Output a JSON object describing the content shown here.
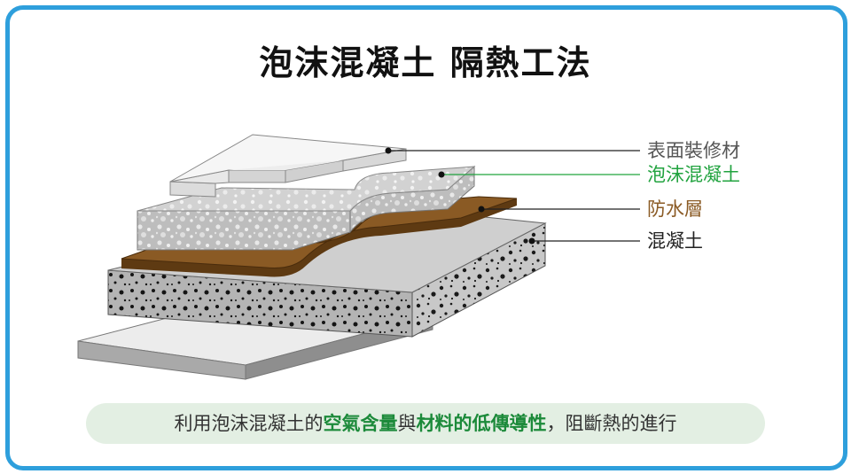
{
  "title": "泡沫混凝土 隔熱工法",
  "layers": [
    {
      "label": "表面裝修材",
      "color": "#555555"
    },
    {
      "label": "泡沫混凝土",
      "color": "#21a33f"
    },
    {
      "label": "防水層",
      "color": "#8a5a24"
    },
    {
      "label": "混凝土",
      "color": "#222222"
    }
  ],
  "caption": {
    "part1": "利用泡沫混凝土的",
    "bold1": "空氣含量",
    "part2": "與",
    "bold2": "材料的低傳導性",
    "part3": "，阻斷熱的進行"
  },
  "colors": {
    "frame": "#2e9fdc",
    "caption_bg": "#e3efe3",
    "accent_green": "#1c8a3a"
  }
}
